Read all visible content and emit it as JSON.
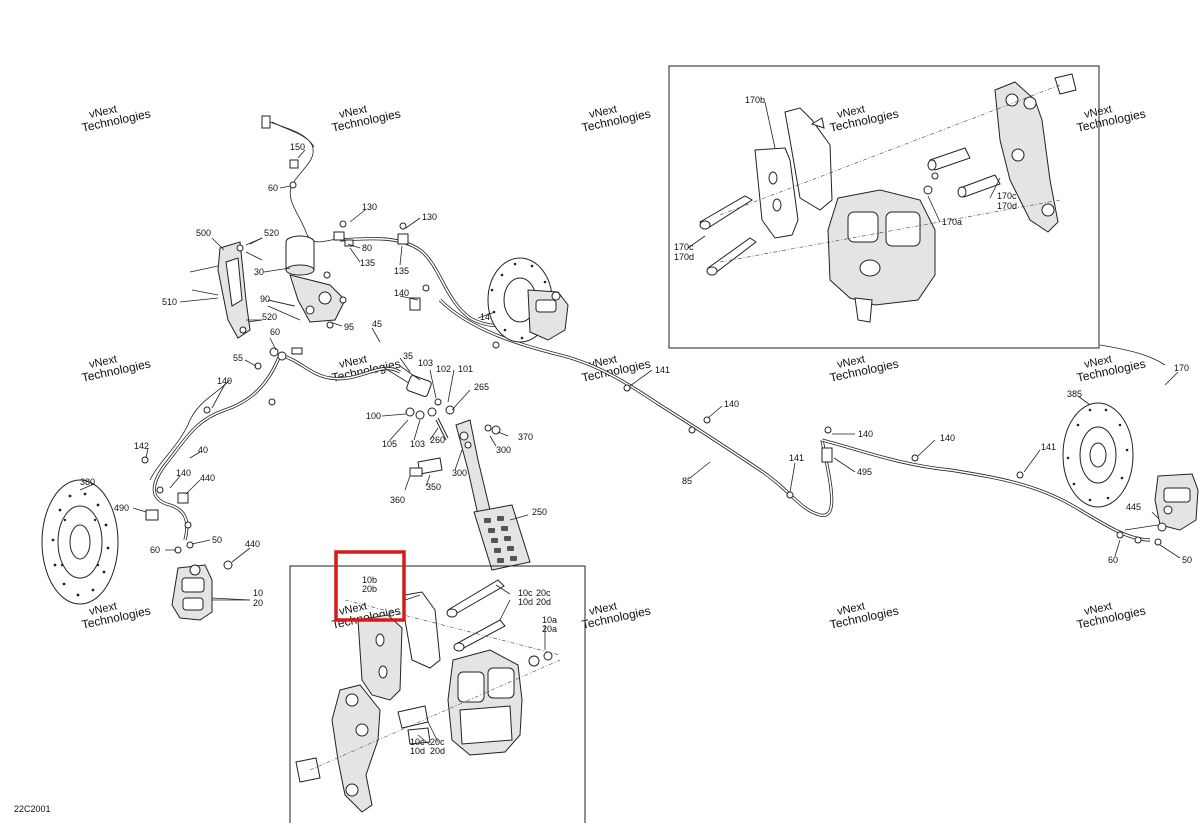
{
  "diagram": {
    "code": "22C2001",
    "watermark_line1": "vNext",
    "watermark_line2": "Technologies",
    "colors": {
      "line": "#222222",
      "highlight": "#d61a1a",
      "watermark": "#c8c8c8"
    },
    "callouts": {
      "c150": "150",
      "c60a": "60",
      "c130a": "130",
      "c130b": "130",
      "c80": "80",
      "c135a": "135",
      "c135b": "135",
      "c500": "500",
      "c520a": "520",
      "c30": "30",
      "c90": "90",
      "c95": "95",
      "c510": "510",
      "c520b": "520",
      "c140a": "140",
      "c14": "14",
      "c45": "45",
      "c60b": "60",
      "c55": "55",
      "c35": "35",
      "c103a": "103",
      "c102": "102",
      "c101": "101",
      "c265": "265",
      "c100": "100",
      "c105": "105",
      "c103b": "103",
      "c260": "260",
      "c370": "370",
      "c300a": "300",
      "c300b": "300",
      "c360": "360",
      "c350": "350",
      "c250": "250",
      "c140b": "140",
      "c40": "40",
      "c142": "142",
      "c140c": "140",
      "c440a": "440",
      "c490": "490",
      "c50a": "50",
      "c60c": "60",
      "c440b": "440",
      "c380": "380",
      "c10": "10",
      "c20": "20",
      "c141a": "141",
      "c140d": "140",
      "c85": "85",
      "c141b": "141",
      "c140e": "140",
      "c495": "495",
      "c140f": "140",
      "c141c": "141",
      "c385": "385",
      "c170": "170",
      "c445": "445",
      "c60d": "60",
      "c50b": "50",
      "c170b": "170b",
      "c170c": "170c",
      "c170d": "170d",
      "c170a": "170a",
      "c170c2": "170c",
      "c170d2": "170d",
      "c10b": "10b",
      "c20b": "20b",
      "c10c": "10c",
      "c10d": "10d",
      "c20c": "20c",
      "c20d": "20d",
      "c10a": "10a",
      "c20a": "20a",
      "c10c2": "10c",
      "c10d2": "10d",
      "c20c2": "20c",
      "c20d2": "20d"
    }
  }
}
